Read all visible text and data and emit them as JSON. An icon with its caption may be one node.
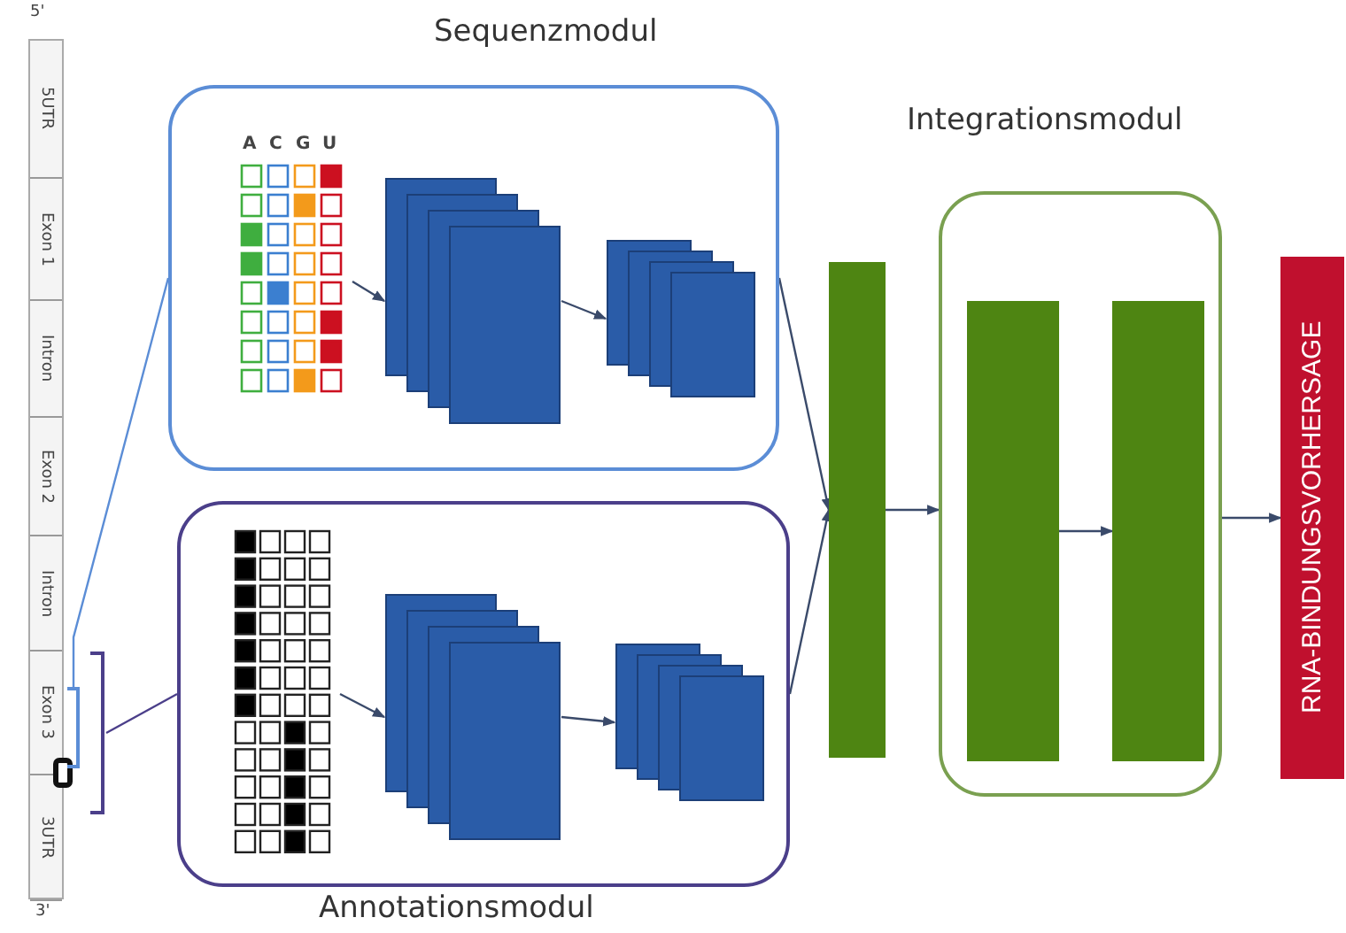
{
  "diagram": {
    "nodes": [
      {
        "text": [],
        "shape": "bar",
        "beside": [
          "5'",
          "3'"
        ]
      },
      {
        "text": [
          "5UTR"
        ],
        "in": 0
      },
      {
        "text": [
          "Exon 1"
        ],
        "in": 0
      },
      {
        "text": [
          "Intron"
        ],
        "in": 0
      },
      {
        "text": [
          "Exon 2"
        ],
        "in": 0
      },
      {
        "text": [
          "Intron"
        ],
        "in": 0
      },
      {
        "text": [
          "Exon 3"
        ],
        "in": 0
      },
      {
        "text": [
          "3UTR"
        ],
        "in": 0
      },
      {
        "text": [],
        "shape": "box",
        "in": 0
      },
      {
        "text": [],
        "shape": "bracket"
      },
      {
        "text": [],
        "shape": "bracket"
      },
      {
        "text": [
          "Sequenzmodul"
        ]
      },
      {
        "text": [
          "A",
          "C",
          "G",
          "U"
        ],
        "in": 11
      },
      {
        "text": [],
        "shape": "box",
        "in": 11
      },
      {
        "text": [],
        "shape": "box",
        "in": 11
      },
      {
        "text": [
          "Annotationsmodul"
        ]
      },
      {
        "text": [],
        "shape": "picture",
        "in": 15
      },
      {
        "text": [],
        "shape": "box",
        "in": 15
      },
      {
        "text": [],
        "shape": "box",
        "in": 15
      },
      {
        "text": [],
        "shape": "bar"
      },
      {
        "text": [
          "Integrationsmodul"
        ]
      },
      {
        "text": [],
        "shape": "bar",
        "in": 20
      },
      {
        "text": [],
        "shape": "bar",
        "in": 20
      },
      {
        "text": [
          "RNA-BINDUNGSVORHERSAGE"
        ]
      }
    ],
    "edges": [
      {
        "from": 9,
        "to": 11,
        "arrow": "none",
        "color": "#5b8dd6"
      },
      {
        "from": 10,
        "to": 15,
        "arrow": "none",
        "color": "#4b3f8a"
      },
      {
        "from": 12,
        "to": 13,
        "arrow": "to"
      },
      {
        "from": 13,
        "to": 14,
        "arrow": "to"
      },
      {
        "from": 16,
        "to": 17,
        "arrow": "to"
      },
      {
        "from": 17,
        "to": 18,
        "arrow": "to"
      },
      {
        "from": 11,
        "to": 19,
        "arrow": "to"
      },
      {
        "from": 15,
        "to": 19,
        "arrow": "to"
      },
      {
        "from": 19,
        "to": 20,
        "arrow": "to"
      },
      {
        "from": 21,
        "to": 22,
        "arrow": "to"
      },
      {
        "from": 20,
        "to": 23,
        "arrow": "to"
      }
    ]
  }
}
